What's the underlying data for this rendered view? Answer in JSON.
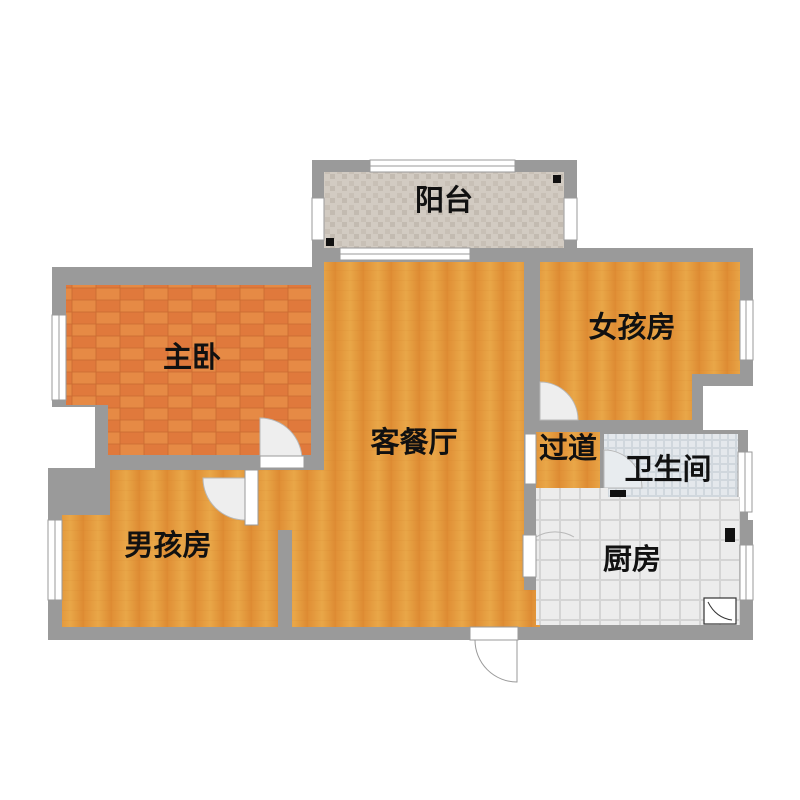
{
  "floor_plan": {
    "rooms": {
      "balcony": {
        "label": "阳台"
      },
      "master_bedroom": {
        "label": "主卧"
      },
      "living_dining": {
        "label": "客餐厅"
      },
      "girls_room": {
        "label": "女孩房"
      },
      "corridor": {
        "label": "过道"
      },
      "bathroom": {
        "label": "卫生间"
      },
      "boys_room": {
        "label": "男孩房"
      },
      "kitchen": {
        "label": "厨房"
      }
    },
    "colors": {
      "wall": "#9a9a9a",
      "wood": "#e39a3a",
      "wood_dark": "#dd7a3c",
      "balcony_tile": "#cfc8bf",
      "bath_tile": "#dde2e6",
      "kitchen_tile": "#e8e8e8"
    }
  }
}
